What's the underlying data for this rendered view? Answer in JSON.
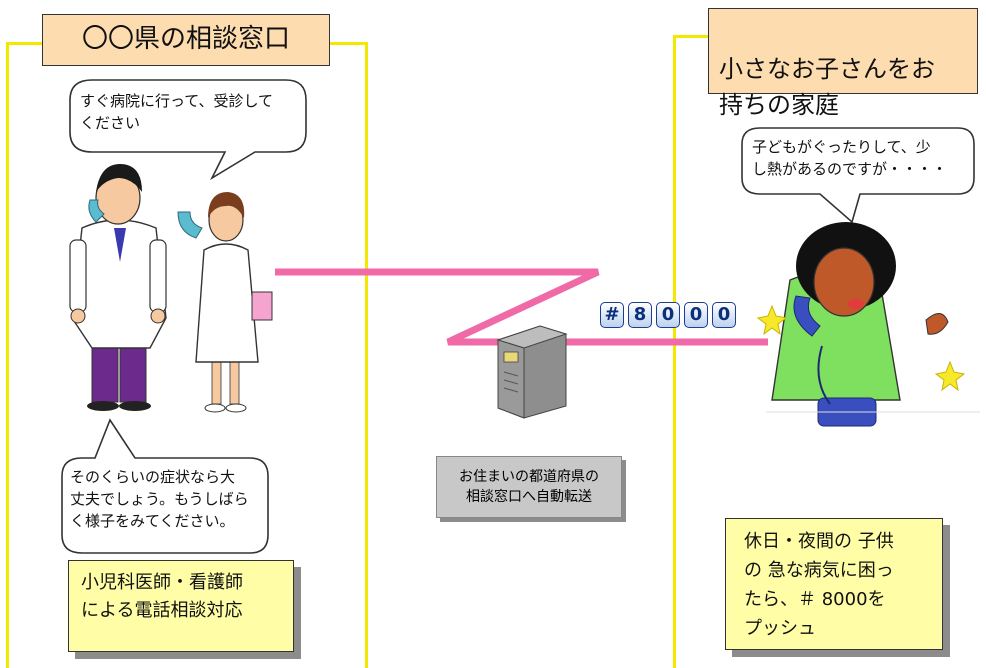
{
  "left_panel": {
    "title": "〇〇県の相談窓口",
    "doctor_speech": "すぐ病院に行って、受診して\nください",
    "reassure_speech": "そのくらいの症状なら大\n丈夫でしょう。もうしばら\nく様子をみてください。",
    "note": "小児科医師・看護師\nによる電話相談対応"
  },
  "right_panel": {
    "title": "小さなお子さんをお\n持ちの家庭",
    "parent_speech": "子どもがぐったりして、少\nし熱があるのですが・・・・",
    "note": "休日・夜間の 子供\nの 急な病気に困っ\nたら、＃ 8000を\nプッシュ"
  },
  "center": {
    "keypad": [
      "#",
      "8",
      "0",
      "0",
      "0"
    ],
    "transfer_label": "お住まいの都道府県の\n相談窓口へ自動転送"
  },
  "colors": {
    "bracket": "#f5e800",
    "line": "#f06aa8",
    "title_bg": "#fddcb0",
    "note_bg": "#fffea6"
  }
}
